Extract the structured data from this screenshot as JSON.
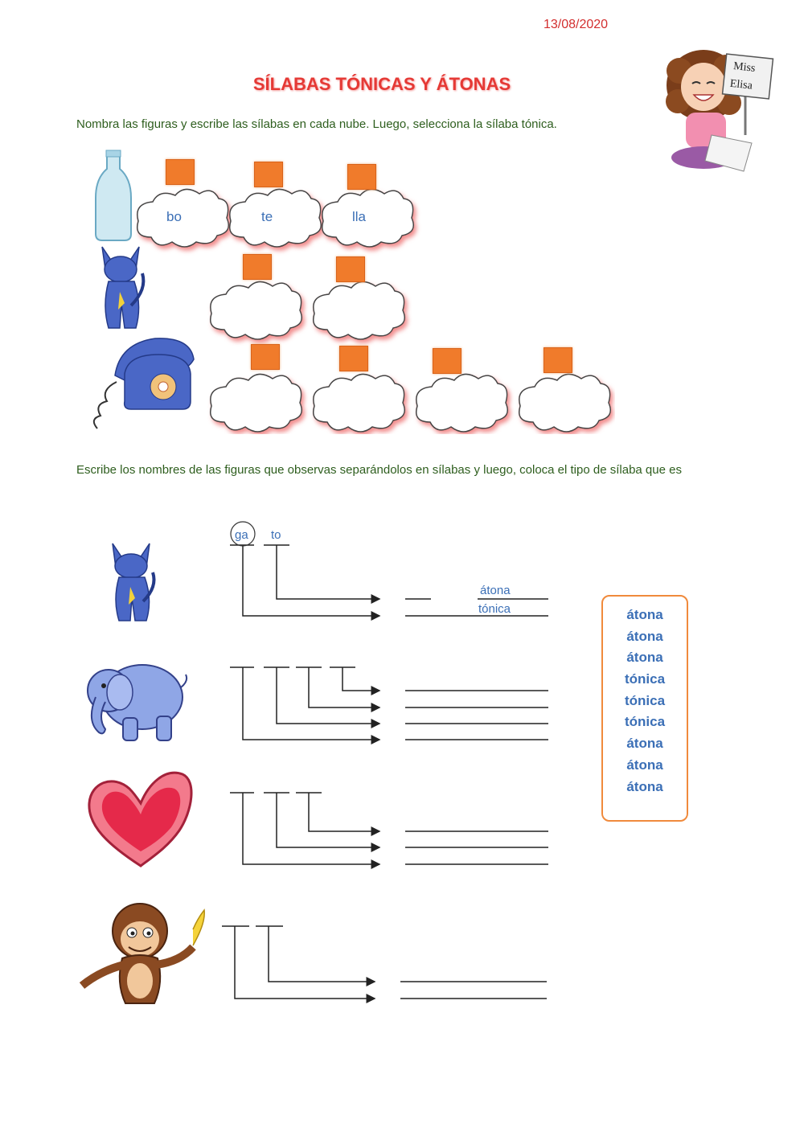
{
  "date": "13/08/2020",
  "title": "SÍLABAS TÓNICAS Y ÁTONAS",
  "teacher_sign": [
    "Miss",
    "Elisa"
  ],
  "instruction1": "Nombra las figuras y escribe las sílabas en cada nube. Luego, selecciona la sílaba tónica.",
  "instruction2": "Escribe los nombres de las figuras que observas separándolos en sílabas y luego, coloca el tipo de sílaba que es",
  "clouds_row1": [
    "bo",
    "te",
    "lla"
  ],
  "example": {
    "syllables": [
      "ga",
      "to"
    ],
    "answers": [
      "átona",
      "tónica"
    ]
  },
  "word_bank": [
    "átona",
    "átona",
    "átona",
    "tónica",
    "tónica",
    "tónica",
    "átona",
    "átona",
    "átona"
  ],
  "icons": [
    "bottle-image",
    "cat-image",
    "telephone-image",
    "elephant-image",
    "heart-image",
    "monkey-image",
    "girl-teacher-image"
  ],
  "colors": {
    "title": "#e53935",
    "instruction": "#2e5e1e",
    "accent_square": "#f07b2b",
    "answer_blue": "#3b6fb6",
    "box_border": "#f08a3c"
  }
}
